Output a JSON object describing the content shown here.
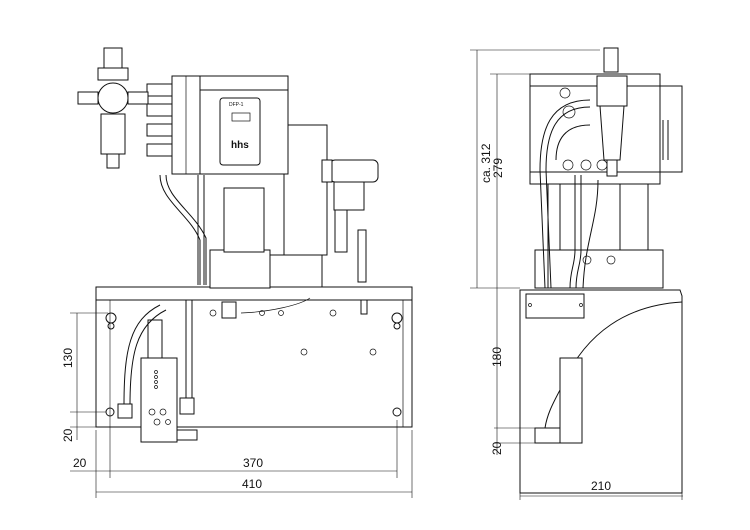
{
  "front_view": {
    "dimensions": {
      "width_total": "410",
      "hole_spacing_h": "370",
      "hole_offset_h": "20",
      "hole_spacing_v": "130",
      "hole_offset_v": "20"
    },
    "pump_label": "DFP-1",
    "brand": "hhs"
  },
  "side_view": {
    "dimensions": {
      "height_total": "ca. 312",
      "height_unit": "279",
      "height_base": "180",
      "offset_bottom": "20",
      "width": "210"
    }
  }
}
